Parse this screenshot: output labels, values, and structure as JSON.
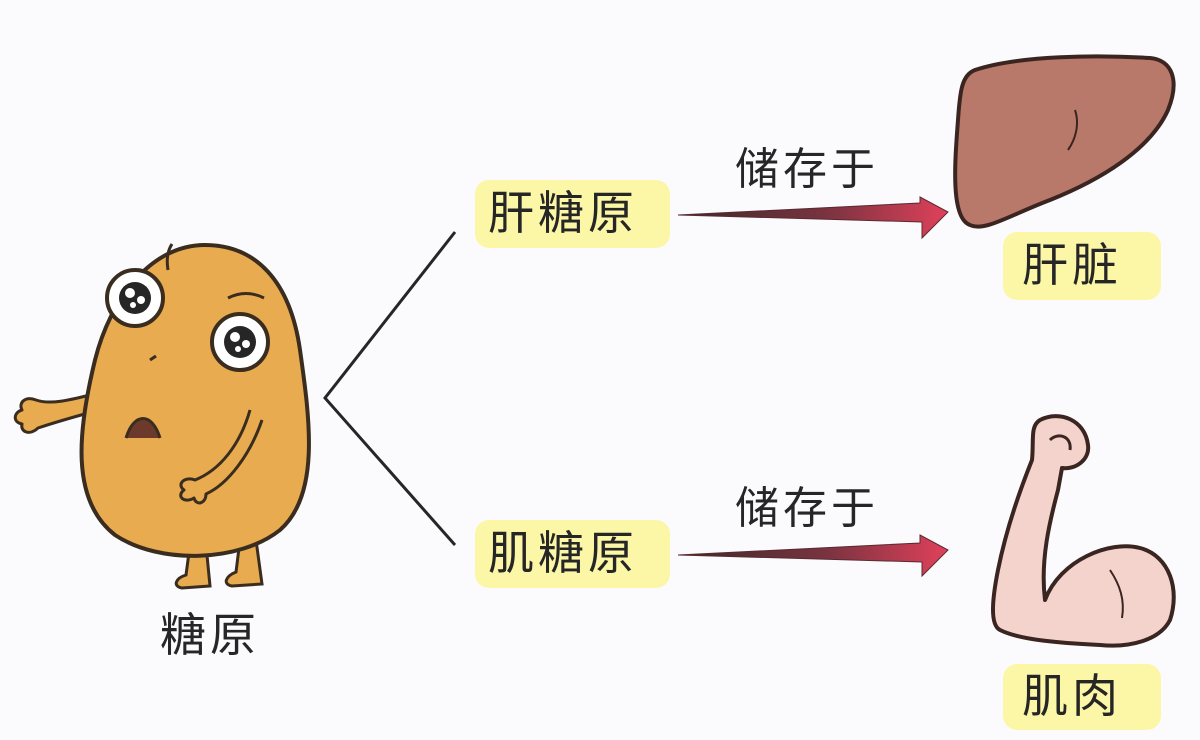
{
  "root": {
    "label": "糖原"
  },
  "branches": [
    {
      "type": "肝糖原",
      "relation": "储存于",
      "location": "肝脏",
      "location_icon": "liver-icon"
    },
    {
      "type": "肌糖原",
      "relation": "储存于",
      "location": "肌肉",
      "location_icon": "muscle-arm-icon"
    }
  ],
  "mascot": {
    "icon": "glycogen-potato-mascot"
  },
  "colors": {
    "highlight": "#fbf7a6",
    "arrow_tip": "#e0415a",
    "arrow_tail": "#3a2a2a",
    "mascot_body": "#e8ab4f",
    "liver": "#b8796a",
    "skin": "#f3d3cc"
  }
}
